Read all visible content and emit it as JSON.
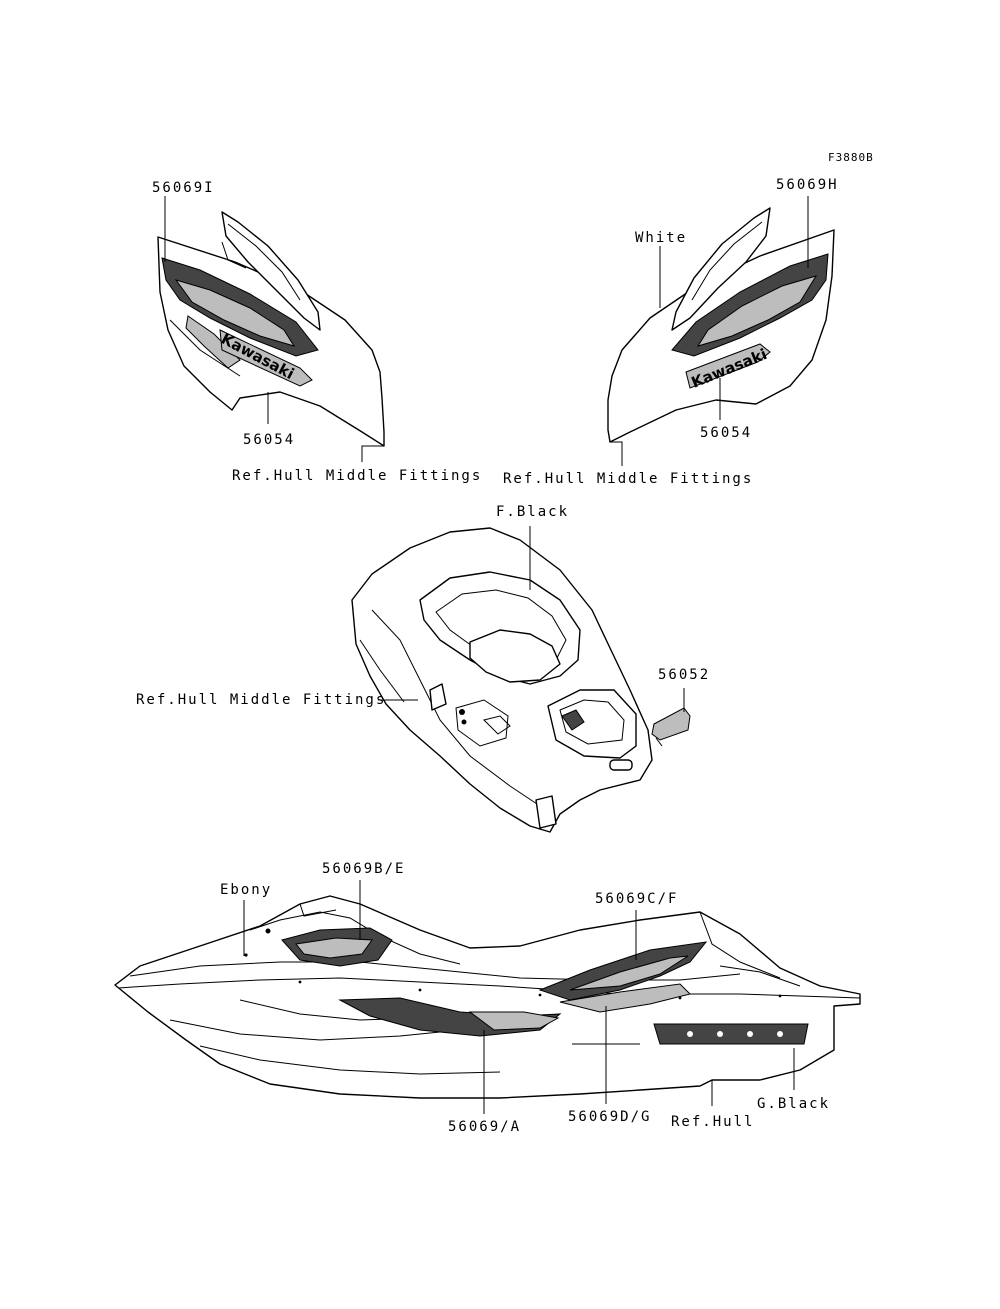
{
  "figure_code": "F3880B",
  "labels": {
    "part_56069I": "56069I",
    "part_56069H": "56069H",
    "color_white": "White",
    "part_56054_left": "56054",
    "part_56054_right": "56054",
    "ref_hull_middle_left": "Ref.Hull Middle Fittings",
    "ref_hull_middle_right": "Ref.Hull Middle Fittings",
    "color_f_black": "F.Black",
    "part_56052": "56052",
    "ref_hull_middle_center": "Ref.Hull Middle Fittings",
    "color_ebony": "Ebony",
    "part_56069BE": "56069B/E",
    "part_56069CF": "56069C/F",
    "part_56069A": "56069/A",
    "part_56069DG": "56069D/G",
    "ref_hull": "Ref.Hull",
    "color_g_black": "G.Black"
  },
  "decal_text": {
    "kawasaki": "Kawasaki"
  },
  "colors": {
    "line": "#000000",
    "decal_dark": "#444444",
    "decal_light": "#bdbdbd",
    "background": "#ffffff"
  }
}
